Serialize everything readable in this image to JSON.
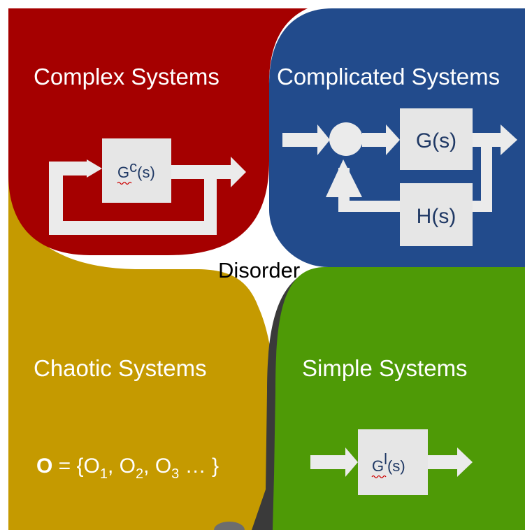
{
  "colors": {
    "complex": "#a50000",
    "complicated": "#224b8c",
    "chaotic": "#c59a00",
    "simple": "#4e9a06",
    "arrow": "#ebebeb",
    "box": "#e6e6e6",
    "box_text": "#1f3864"
  },
  "quadrants": {
    "complex": {
      "title": "Complex Systems",
      "block_main": "G",
      "block_sup": "c",
      "block_tail": "(s)"
    },
    "complicated": {
      "title": "Complicated Systems",
      "forward_block": "G(s)",
      "feedback_block": "H(s)"
    },
    "chaotic": {
      "title": "Chaotic Systems",
      "formula": {
        "bold": "O",
        "eq": " = {O",
        "s1": "1",
        "c1": ", O",
        "s2": "2",
        "c2": ", O",
        "s3": "3",
        "end": " … }"
      }
    },
    "simple": {
      "title": "Simple Systems",
      "block_main": "G",
      "block_sup": "l",
      "block_tail": "(s)"
    }
  },
  "center_label": "Disorder"
}
